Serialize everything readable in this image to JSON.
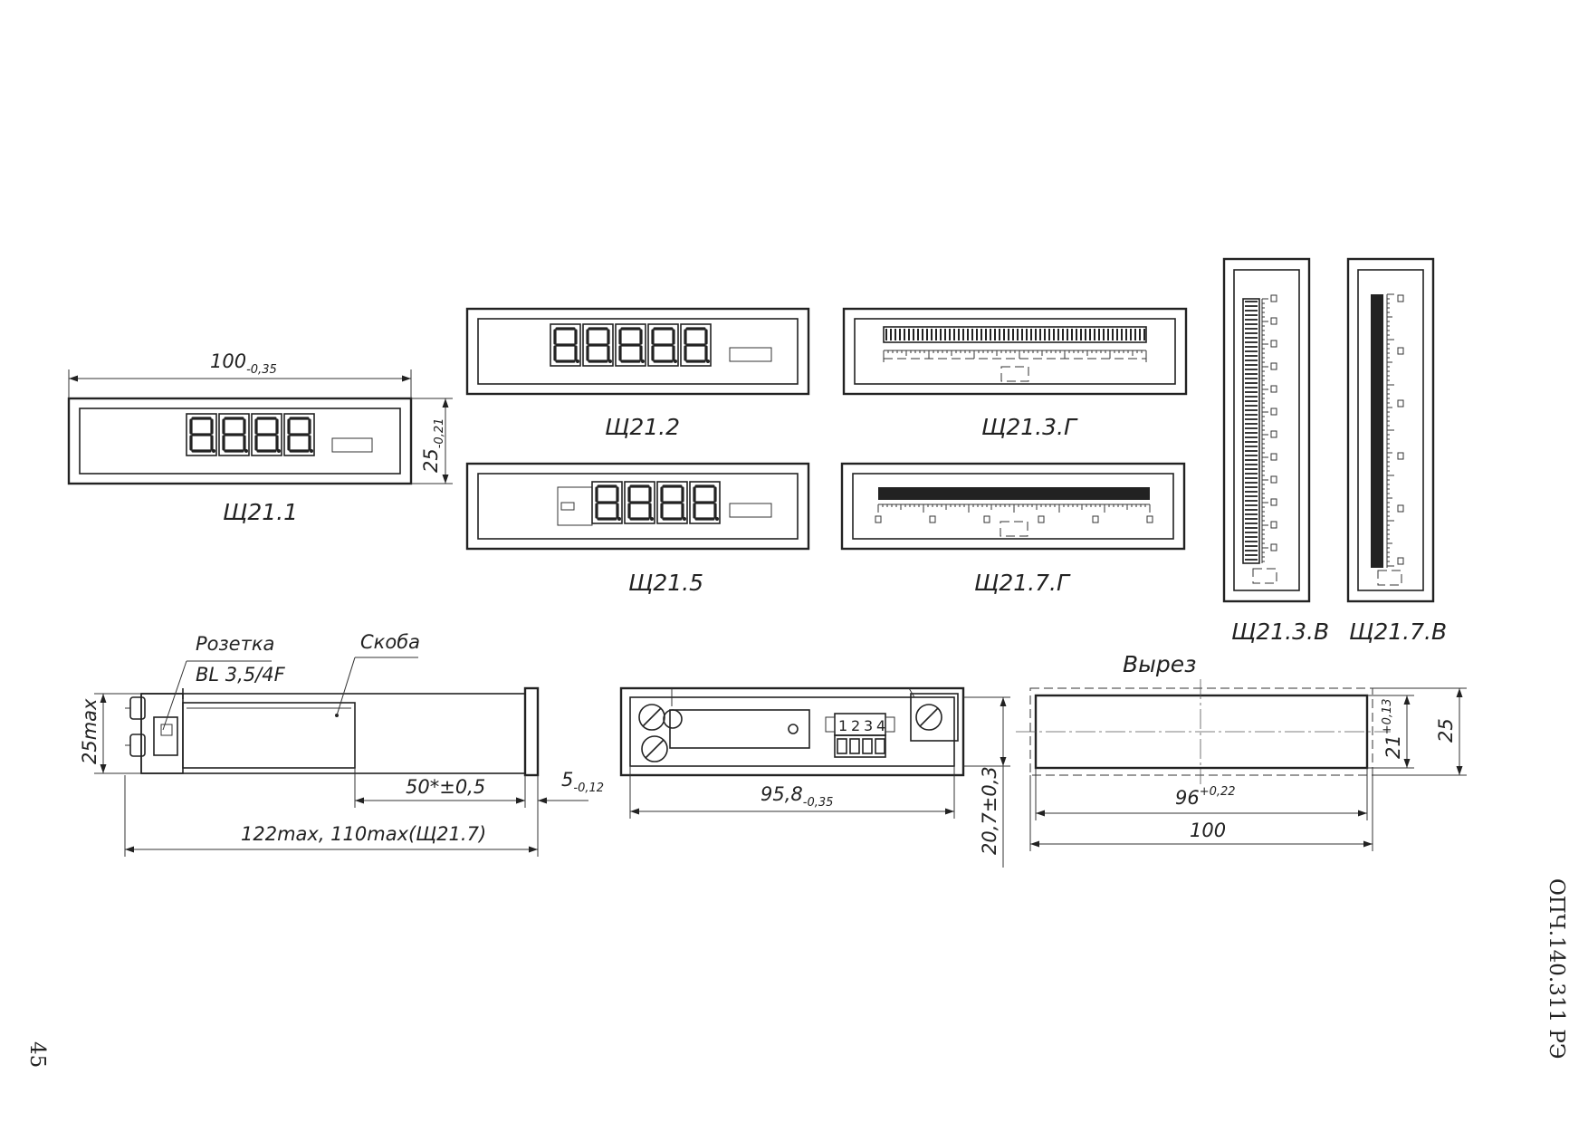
{
  "sheet": {
    "page_number": "45",
    "doc_code": "ОПЧ.140.311 РЭ"
  },
  "models": {
    "m1": "Щ21.1",
    "m2": "Щ21.2",
    "m5": "Щ21.5",
    "m3g": "Щ21.3.Г",
    "m7g": "Щ21.7.Г",
    "m3v": "Щ21.3.В",
    "m7v": "Щ21.7.В"
  },
  "dims_front": {
    "width_nom": "100",
    "width_tol": "-0,35",
    "height_nom": "25",
    "height_tol": "-0,21"
  },
  "side_view": {
    "socket_label": "Розетка",
    "socket_type": "BL 3,5/4F",
    "bracket_label": "Скоба",
    "height": "25max",
    "depth_nom": "50*±0,5",
    "flange_nom": "5",
    "flange_tol": "-0,12",
    "overall": "122max, 110max(Щ21.7)"
  },
  "rear_view": {
    "terminals": [
      "1",
      "2",
      "3",
      "4"
    ],
    "width_nom": "95,8",
    "width_tol": "-0,35",
    "height": "20,7±0,3"
  },
  "cutout": {
    "title": "Вырез",
    "width_nom": "96",
    "width_tol": "+0,22",
    "height_nom": "21",
    "height_tol": "+0,13",
    "panel_height": "25",
    "panel_width": "100"
  }
}
